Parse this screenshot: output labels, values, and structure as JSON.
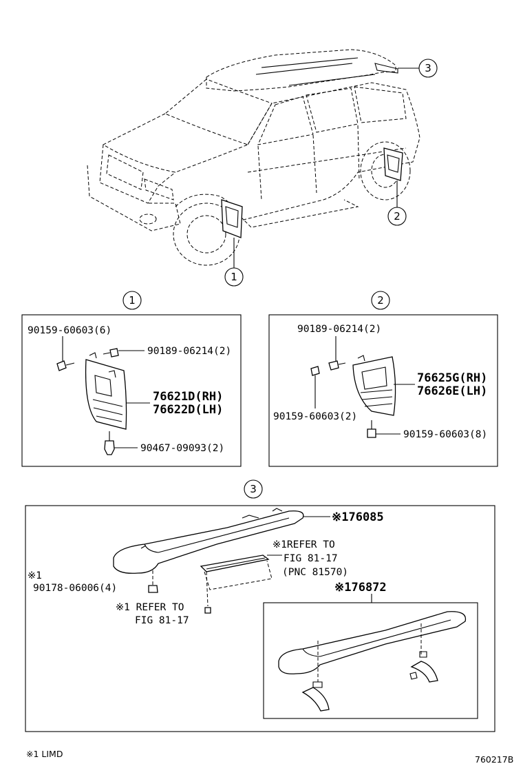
{
  "callouts": {
    "c1": "1",
    "c2": "2",
    "c3": "3"
  },
  "section1": {
    "header": "1",
    "labels": {
      "bolt_top": "90159-60603(6)",
      "screw": "90189-06214(2)",
      "flap_rh": "76621D(RH)",
      "flap_lh": "76622D(LH)",
      "clip": "90467-09093(2)"
    }
  },
  "section2": {
    "header": "2",
    "labels": {
      "screw": "90189-06214(2)",
      "flap_rh": "76625G(RH)",
      "flap_lh": "76626E(LH)",
      "bolt_left": "90159-60603(2)",
      "bolt_bottom": "90159-60603(8)"
    }
  },
  "section3": {
    "header": "3",
    "labels": {
      "spoiler": "※176085",
      "refer1_line1": "※1REFER TO",
      "refer1_line2": "FIG 81-17",
      "refer1_line3": "(PNC 81570)",
      "note_mark": "※1",
      "nut": "90178-06006(4)",
      "refer2_line1": "※1 REFER TO",
      "refer2_line2": "FIG 81-17",
      "spoiler_alt": "※176872"
    }
  },
  "footer": {
    "note": "※1 LIMD",
    "code": "760217B"
  }
}
